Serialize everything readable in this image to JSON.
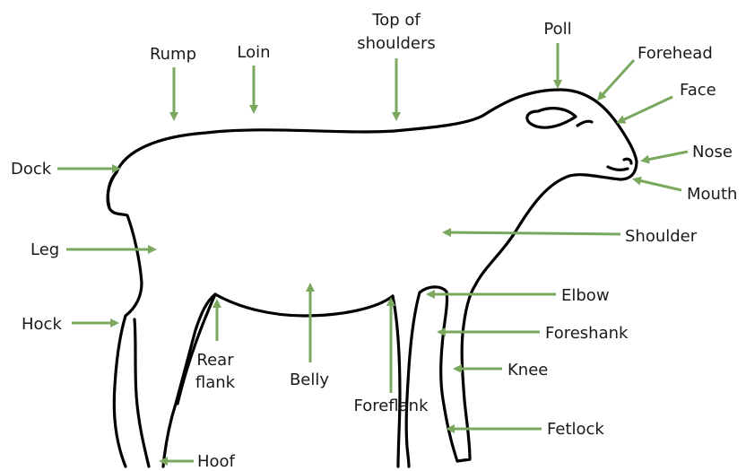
{
  "diagram": {
    "colors": {
      "outline": "#000000",
      "arrow": "#7aa85f",
      "label": "#1a1a1a"
    },
    "labels": {
      "rump": "Rump",
      "loin": "Loin",
      "top_of_shoulders_line1": "Top of",
      "top_of_shoulders_line2": "shoulders",
      "poll": "Poll",
      "forehead": "Forehead",
      "face": "Face",
      "nose": "Nose",
      "mouth": "Mouth",
      "dock": "Dock",
      "leg": "Leg",
      "shoulder": "Shoulder",
      "hock": "Hock",
      "elbow": "Elbow",
      "foreshank": "Foreshank",
      "rear_flank_line1": "Rear",
      "rear_flank_line2": "flank",
      "belly": "Belly",
      "knee": "Knee",
      "foreflank": "Foreflank",
      "fetlock": "Fetlock",
      "hoof": "Hoof"
    }
  }
}
